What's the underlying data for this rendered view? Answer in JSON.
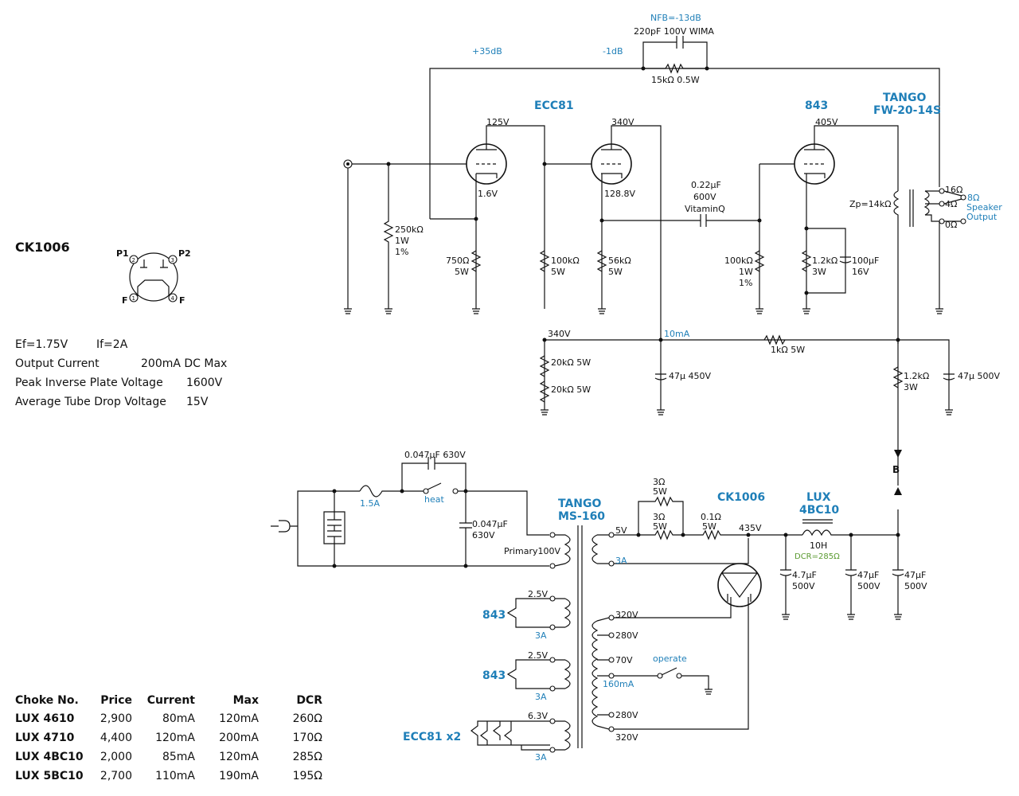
{
  "title": "CK1006",
  "pinout": {
    "p1": "P1",
    "p2": "P2",
    "f1": "F",
    "f2": "F",
    "pin1": "1",
    "pin2": "2",
    "pin3": "3",
    "pin4": "4"
  },
  "specs": {
    "ef": "Ef=1.75V",
    "if": "If=2A",
    "output_current": "Output Current",
    "output_current_val": "200mA DC Max",
    "piv": "Peak Inverse Plate Voltage",
    "piv_val": "1600V",
    "atd": "Average Tube Drop Voltage",
    "atd_val": "15V"
  },
  "choke_table": {
    "headers": [
      "Choke No.",
      "Price",
      "Current",
      "Max",
      "DCR"
    ],
    "rows": [
      [
        "LUX 4610",
        "2,900",
        "80mA",
        "120mA",
        "260Ω"
      ],
      [
        "LUX 4710",
        "4,400",
        "120mA",
        "200mA",
        "170Ω"
      ],
      [
        "LUX 4BC10",
        "2,000",
        "85mA",
        "120mA",
        "285Ω"
      ],
      [
        "LUX 5BC10",
        "2,700",
        "110mA",
        "190mA",
        "195Ω"
      ]
    ]
  },
  "amp": {
    "nfb": "NFB=-13dB",
    "nfb_cap": "220pF 100V WIMA",
    "nfb_res": "15kΩ 0.5W",
    "gain1": "+35dB",
    "gain2": "-1dB",
    "ecc81": "ECC81",
    "t843": "843",
    "tango1": "TANGO",
    "tango2": "FW-20-14S",
    "v125": "125V",
    "v340a": "340V",
    "v405": "405V",
    "v16": "1.6V",
    "v1288": "128.8V",
    "cap022": "0.22µF",
    "cap600": "600V",
    "capvq": "VitaminQ",
    "zp": "Zp=14kΩ",
    "o16": "16Ω",
    "o4": "4Ω",
    "o0": "0Ω",
    "o8": "8Ω",
    "speaker": "Speaker",
    "output": "Output",
    "r250": "250kΩ",
    "r250w": "1W",
    "r250p": "1%",
    "r750": "750Ω",
    "r750w": "5W",
    "r100a": "100kΩ",
    "r100aw": "5W",
    "r56": "56kΩ",
    "r56w": "5W",
    "r100b": "100kΩ",
    "r100bw": "1W",
    "r100bp": "1%",
    "r12a": "1.2kΩ",
    "r12aw": "3W",
    "c100": "100µF",
    "c100v": "16V",
    "v340b": "340V",
    "i10": "10mA",
    "r1k": "1kΩ 5W",
    "r20a": "20kΩ 5W",
    "r20b": "20kΩ 5W",
    "c47a": "47µ 450V",
    "r12b": "1.2kΩ",
    "r12bw": "3W",
    "c47b": "47µ 500V",
    "bnode": "B"
  },
  "psu": {
    "c047a": "0.047µF 630V",
    "fuse": "1.5A",
    "heat": "heat",
    "c047b": "0.047µF",
    "c047bv": "630V",
    "tango1": "TANGO",
    "tango2": "MS-160",
    "primary": "Primary100V",
    "r3a": "3Ω",
    "r3aw": "5W",
    "r3b": "3Ω",
    "r3bw": "5W",
    "r01": "0.1Ω",
    "r01w": "5W",
    "ck": "CK1006",
    "v5": "5V",
    "a3": "3A",
    "v435": "435V",
    "lux1": "LUX",
    "lux2": "4BC10",
    "h10": "10H",
    "dcr": "DCR=285Ω",
    "c47u": "4.7µF",
    "c47uv": "500V",
    "c47f1": "47µF",
    "c47f1v": "500V",
    "c47f2": "47µF",
    "c47f2v": "500V",
    "h843a": "843",
    "v25a": "2.5V",
    "a3b": "3A",
    "h843b": "843",
    "v25b": "2.5V",
    "a3c": "3A",
    "hecc": "ECC81 x2",
    "v63": "6.3V",
    "a3d": "3A",
    "v320a": "320V",
    "v280a": "280V",
    "v70": "70V",
    "operate": "operate",
    "ma160": "160mA",
    "v280b": "280V",
    "v320b": "320V"
  }
}
